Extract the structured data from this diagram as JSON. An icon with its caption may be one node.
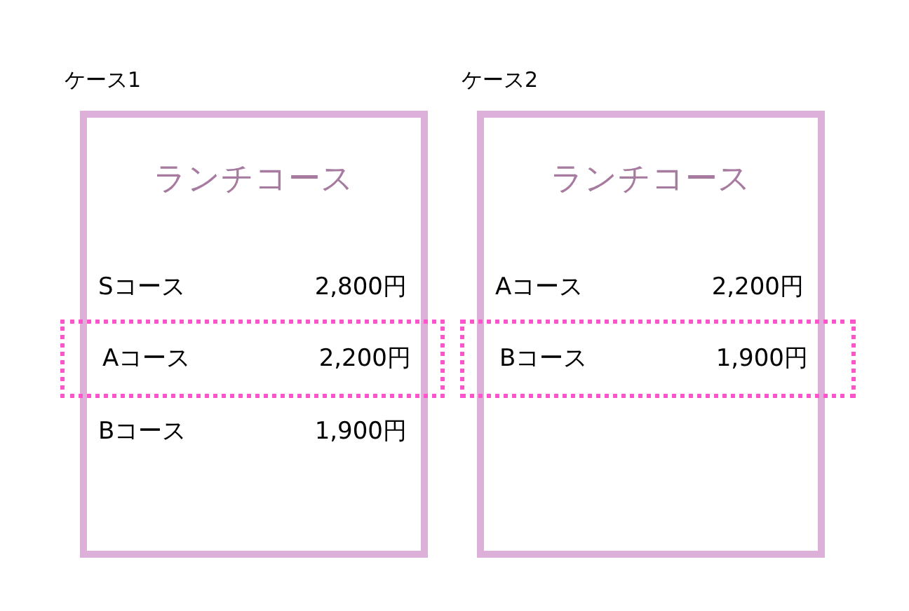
{
  "diagram": {
    "nodes": [
      {
        "text": [
          "ケース1",
          "ランチコース"
        ]
      },
      {
        "text": [
          "Aコース",
          "2,200円"
        ]
      },
      {
        "text": [
          "ケース2",
          "ランチコース"
        ]
      },
      {
        "text": [
          "Bコース",
          "1,900円"
        ]
      }
    ],
    "labels": [
      "Sコース",
      "2,800円",
      "Bコース",
      "1,900円",
      "Aコース",
      "2,200円"
    ]
  }
}
